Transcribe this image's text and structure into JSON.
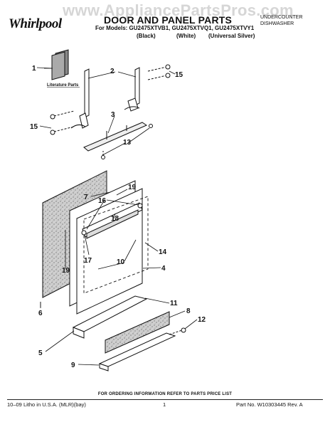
{
  "watermark": "www.AppliancePartsPros.com",
  "header": {
    "brand": "Whirlpool",
    "title": "DOOR AND PANEL PARTS",
    "models": "For Models: GU2475XTVB1, GU2475XTVQ1, GU2475XTVY1",
    "variants": [
      "(Black)",
      "(White)",
      "(Universal Silver)"
    ],
    "category_line1": "UNDERCOUNTER",
    "category_line2": "DISHWASHER"
  },
  "diagram": {
    "literature_label": "Literature Parts",
    "callouts": [
      "1",
      "2",
      "15",
      "15",
      "3",
      "13",
      "7",
      "19",
      "16",
      "18",
      "17",
      "10",
      "14",
      "4",
      "19",
      "6",
      "11",
      "8",
      "12",
      "5",
      "9"
    ]
  },
  "footer": {
    "ordering_note": "FOR ORDERING INFORMATION REFER TO PARTS PRICE LIST",
    "litho": "10–09 Litho in U.S.A. (MLR)(bay)",
    "page": "1",
    "part_number": "Part No. W10303445 Rev. A"
  }
}
